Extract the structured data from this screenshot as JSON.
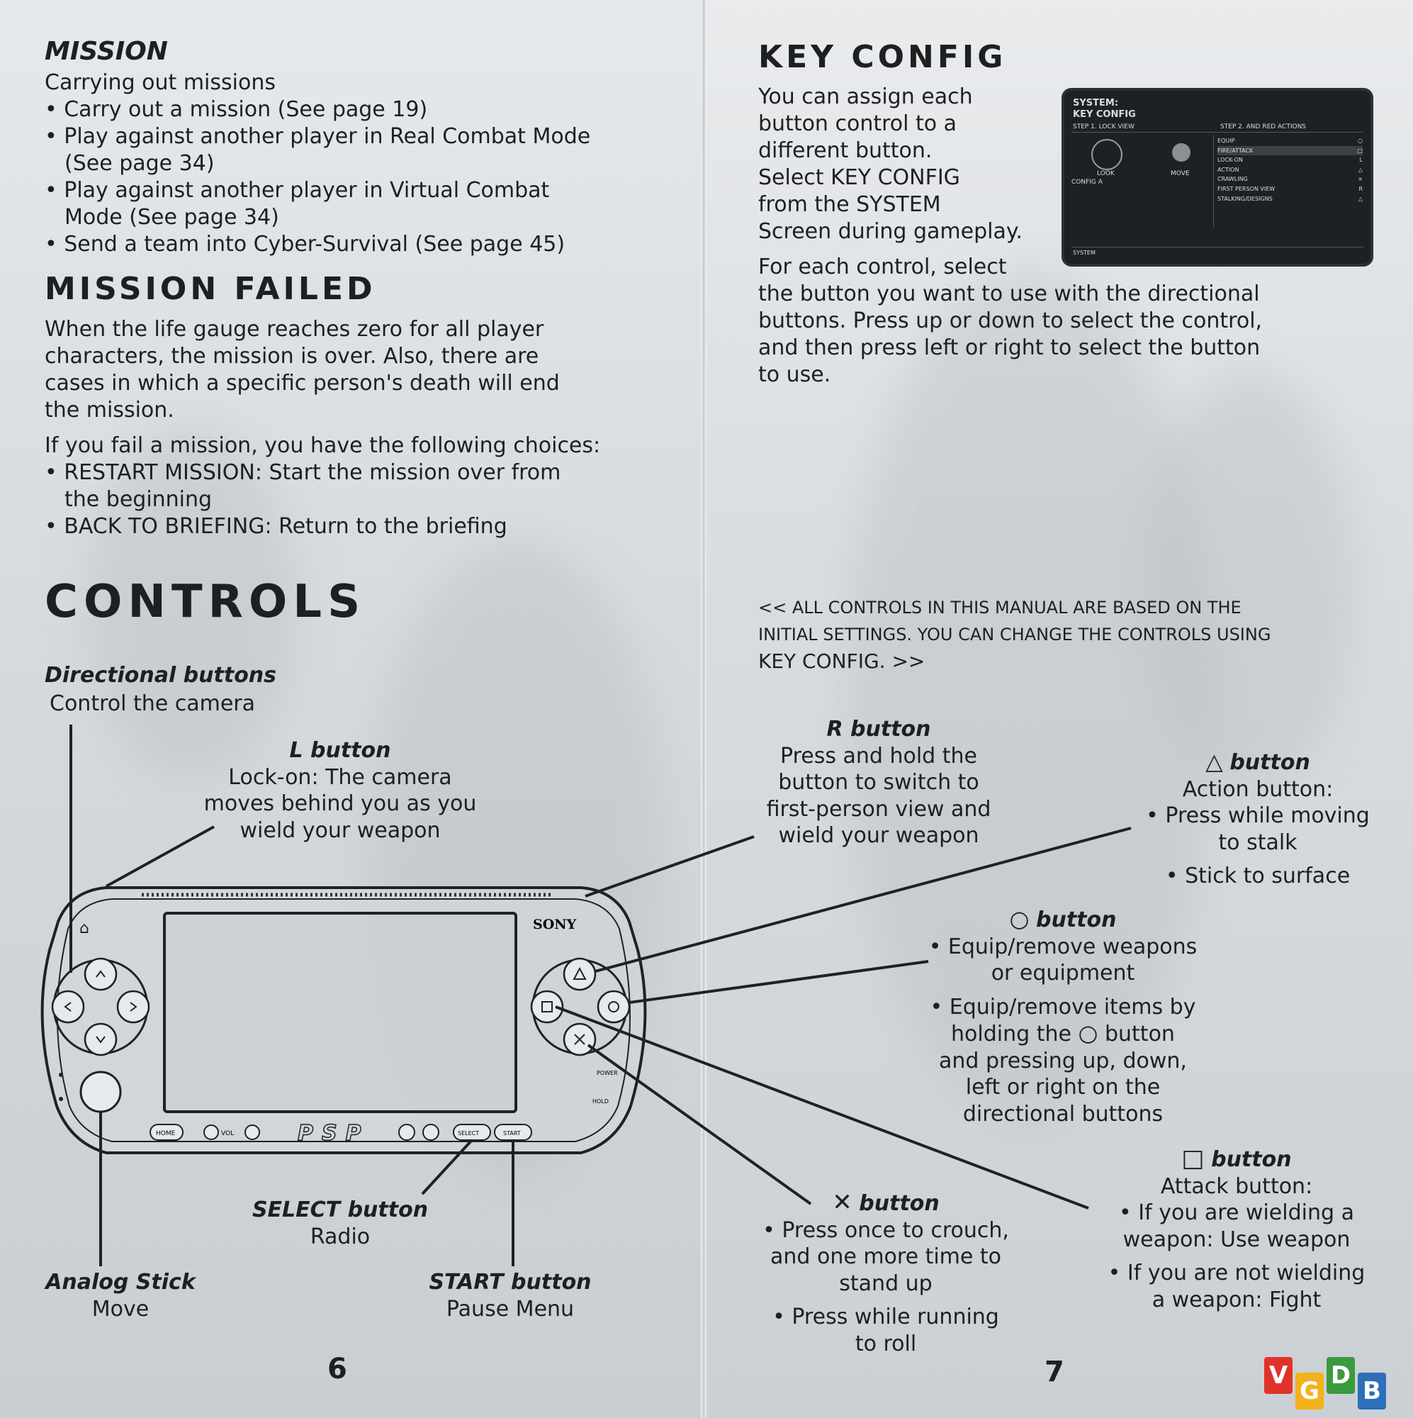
{
  "mission": {
    "heading": "MISSION",
    "subtitle": "Carrying out missions",
    "bullets": [
      "• Carry out a mission (See page 19)",
      "• Play against another player in Real Combat Mode",
      "(See page 34)",
      "• Play against another player in Virtual Combat",
      "Mode (See page 34)",
      "• Send a team into Cyber-Survival (See page 45)"
    ]
  },
  "mission_failed": {
    "heading": "MISSION FAILED",
    "para1": [
      "When the life gauge reaches zero for all player",
      "characters, the mission is over. Also, there are",
      "cases in which a specific person's death will end",
      "the mission."
    ],
    "intro": "If you fail a mission, you have the following choices:",
    "choices": [
      "• RESTART MISSION: Start the mission over from",
      "the beginning",
      "• BACK TO BRIEFING: Return to the briefing"
    ]
  },
  "controls": {
    "heading": "CONTROLS",
    "directional": {
      "title": "Directional buttons",
      "desc": "Control the camera"
    },
    "l_button": {
      "title": "L button",
      "lines": [
        "Lock-on: The camera",
        "moves behind you as you",
        "wield your weapon"
      ]
    },
    "select": {
      "title": "SELECT button",
      "desc": "Radio"
    },
    "analog": {
      "title": "Analog Stick",
      "desc": "Move"
    },
    "start": {
      "title": "START button",
      "desc": "Pause Menu"
    }
  },
  "key_config": {
    "heading": "KEY CONFIG",
    "para1": [
      "You can assign each",
      "button control to a",
      "different button.",
      "Select KEY CONFIG",
      "from the SYSTEM",
      "Screen during gameplay."
    ],
    "para2_first": "For each control, select",
    "para2": [
      "the button you want to use with the directional",
      "buttons. Press up or down to select the control,",
      "and then press left or right to select the button",
      "to use."
    ],
    "note": [
      "<< ALL CONTROLS IN THIS MANUAL ARE BASED ON THE",
      "INITIAL SETTINGS. YOU CAN CHANGE THE CONTROLS USING",
      "KEY CONFIG. >>"
    ],
    "screen": {
      "title1": "SYSTEM:",
      "title2": "KEY CONFIG",
      "step1": "STEP 1. LOCK VIEW",
      "step2": "STEP 2. AND RED ACTIONS",
      "left_items": [
        "LOOK",
        "MOVE"
      ],
      "config": "CONFIG A",
      "actions": [
        "EQUIP",
        "FIRE/ATTACK",
        "LOCK-ON",
        "ACTION",
        "CRAWLING",
        "FIRST PERSON VIEW",
        "STALKING/DESIGNS"
      ],
      "symbols": [
        "○",
        "□",
        "L",
        "△",
        "×",
        "R",
        "△"
      ],
      "footer": "SYSTEM"
    }
  },
  "r_button": {
    "title": "R button",
    "lines": [
      "Press and hold the",
      "button to switch to",
      "first-person view and",
      "wield your weapon"
    ]
  },
  "triangle_button": {
    "title": "button",
    "lines": [
      "Action button:",
      "• Press while moving",
      "to stalk",
      "• Stick to surface"
    ]
  },
  "circle_button": {
    "title": "button",
    "lines": [
      "• Equip/remove weapons",
      "or equipment",
      "• Equip/remove items by",
      "holding the",
      "button",
      "and pressing up, down,",
      "left or right on the",
      "directional buttons"
    ]
  },
  "square_button": {
    "title": "button",
    "lines": [
      "Attack button:",
      "• If you are wielding a",
      "weapon: Use weapon",
      "• If you are not wielding",
      "a weapon: Fight"
    ]
  },
  "cross_button": {
    "title": "button",
    "lines": [
      "• Press once to crouch,",
      "and one more time to",
      "stand up",
      "• Press while running",
      "to roll"
    ]
  },
  "psp": {
    "brand": "SONY",
    "logo": "PSP",
    "home": "HOME",
    "vol": "VOL",
    "select": "SELECT",
    "start": "START",
    "power": "POWER",
    "hold": "HOLD"
  },
  "page_left": "6",
  "page_right": "7",
  "watermark": {
    "letters": [
      "V",
      "G",
      "D",
      "B"
    ],
    "colors": [
      "#e1322a",
      "#f3b21c",
      "#3a9b3c",
      "#2d6fb8"
    ]
  }
}
